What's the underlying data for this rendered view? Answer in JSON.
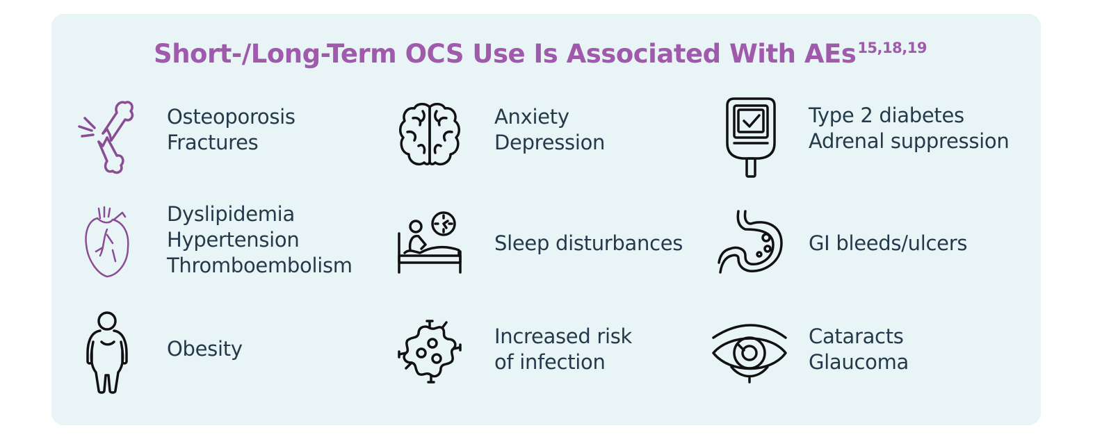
{
  "title": {
    "text": "Short-/Long-Term OCS Use Is Associated With AEs",
    "superscript": "15,18,19"
  },
  "colors": {
    "title": "#a05aab",
    "accent_icon": "#8a4c93",
    "text": "#24394a",
    "panel": "#e8f4f6"
  },
  "items": [
    {
      "icon": "broken-bone-icon",
      "lines": [
        "Osteoporosis",
        "Fractures"
      ]
    },
    {
      "icon": "brain-icon",
      "lines": [
        "Anxiety",
        "Depression"
      ]
    },
    {
      "icon": "glucose-meter-icon",
      "lines": [
        "Type 2 diabetes",
        "Adrenal suppression"
      ]
    },
    {
      "icon": "heart-icon",
      "lines": [
        "Dyslipidemia",
        "Hypertension",
        "Thromboembolism"
      ]
    },
    {
      "icon": "bed-clock-icon",
      "lines": [
        "Sleep disturbances"
      ]
    },
    {
      "icon": "stomach-icon",
      "lines": [
        "GI bleeds/ulcers"
      ]
    },
    {
      "icon": "person-obesity-icon",
      "lines": [
        "Obesity"
      ]
    },
    {
      "icon": "virus-icon",
      "lines": [
        "Increased risk",
        "of infection"
      ]
    },
    {
      "icon": "eye-icon",
      "lines": [
        "Cataracts",
        "Glaucoma"
      ]
    }
  ]
}
